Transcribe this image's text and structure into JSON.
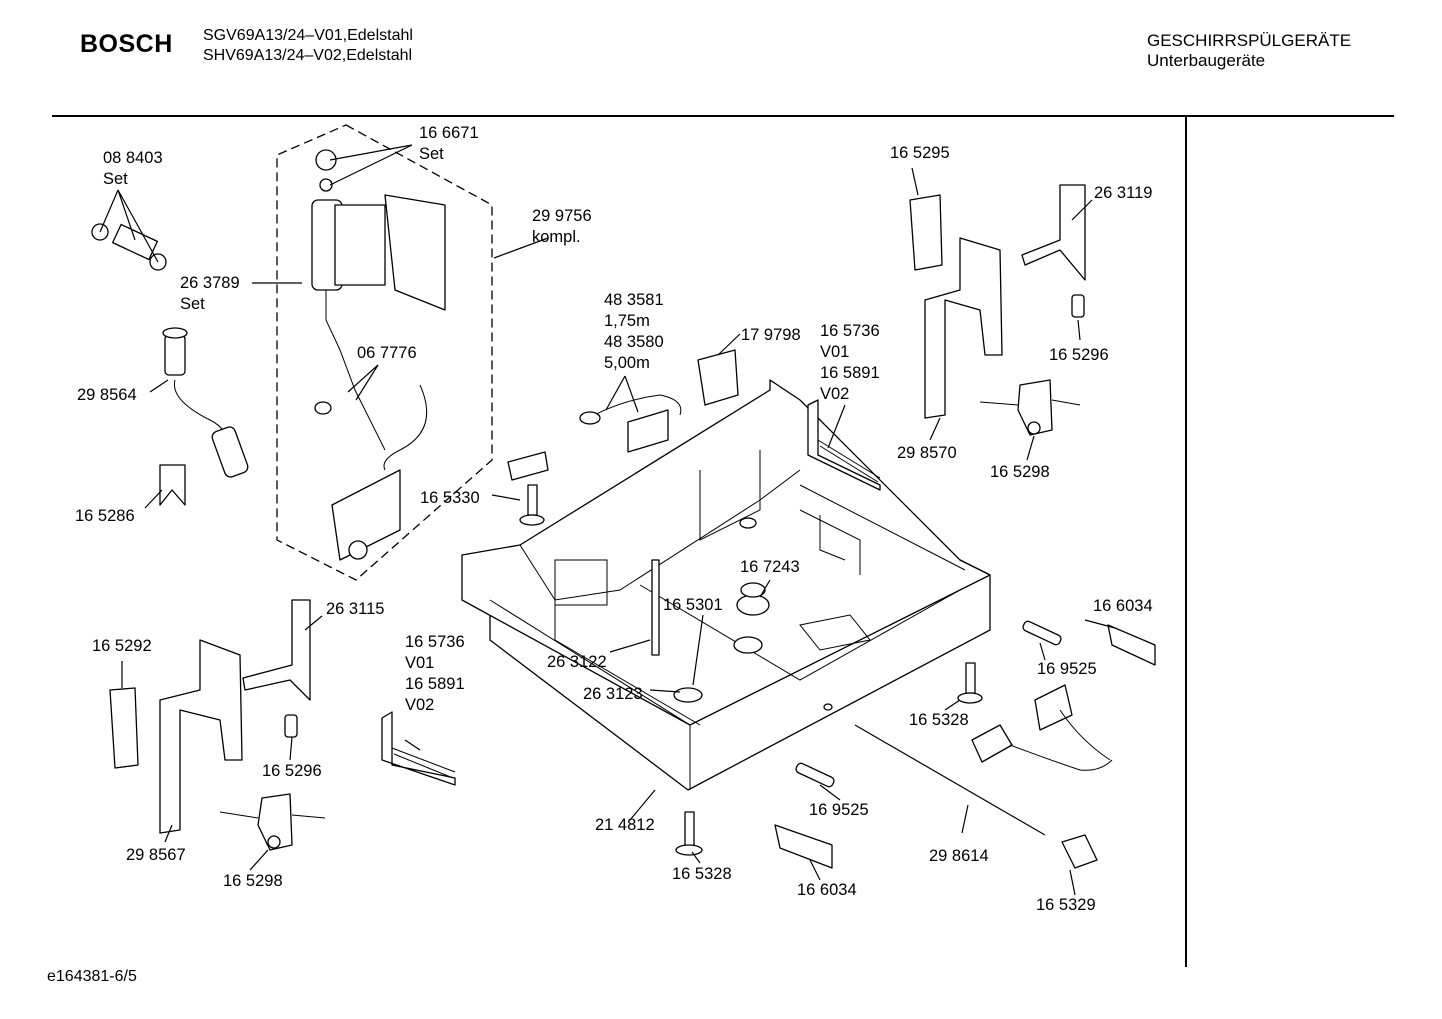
{
  "header": {
    "brand": "BOSCH",
    "model_line_1": "SGV69A13/24–V01,Edelstahl",
    "model_line_2": "SHV69A13/24–V02,Edelstahl",
    "category": "GESCHIRRSPÜLGERÄTE",
    "subcategory": "Unterbaugeräte"
  },
  "footer": {
    "drawing_id": "e164381-6/5"
  },
  "part_labels": [
    {
      "id": "lbl-088403",
      "lines": [
        "08 8403",
        "Set"
      ]
    },
    {
      "id": "lbl-166671",
      "lines": [
        "16 6671",
        "Set"
      ]
    },
    {
      "id": "lbl-299756",
      "lines": [
        "29 9756",
        "kompl."
      ]
    },
    {
      "id": "lbl-263789",
      "lines": [
        "26 3789",
        "Set"
      ]
    },
    {
      "id": "lbl-298564",
      "lines": [
        "29 8564"
      ]
    },
    {
      "id": "lbl-067776",
      "lines": [
        "06 7776"
      ]
    },
    {
      "id": "lbl-165286",
      "lines": [
        "16 5286"
      ]
    },
    {
      "id": "lbl-483581",
      "lines": [
        "48 3581",
        "1,75m",
        "48 3580",
        "5,00m"
      ]
    },
    {
      "id": "lbl-179798",
      "lines": [
        "17 9798"
      ]
    },
    {
      "id": "lbl-165736a",
      "lines": [
        "16 5736",
        "V01",
        "16 5891",
        "V02"
      ]
    },
    {
      "id": "lbl-165295",
      "lines": [
        "16 5295"
      ]
    },
    {
      "id": "lbl-263119",
      "lines": [
        "26 3119"
      ]
    },
    {
      "id": "lbl-165296a",
      "lines": [
        "16 5296"
      ]
    },
    {
      "id": "lbl-298570",
      "lines": [
        "29 8570"
      ]
    },
    {
      "id": "lbl-165298a",
      "lines": [
        "16 5298"
      ]
    },
    {
      "id": "lbl-165330",
      "lines": [
        "16 5330"
      ]
    },
    {
      "id": "lbl-167243",
      "lines": [
        "16 7243"
      ]
    },
    {
      "id": "lbl-165301",
      "lines": [
        "16 5301"
      ]
    },
    {
      "id": "lbl-263115",
      "lines": [
        "26 3115"
      ]
    },
    {
      "id": "lbl-165292",
      "lines": [
        "16 5292"
      ]
    },
    {
      "id": "lbl-165736b",
      "lines": [
        "16 5736",
        "V01",
        "16 5891",
        "V02"
      ]
    },
    {
      "id": "lbl-263122",
      "lines": [
        "26 3122"
      ]
    },
    {
      "id": "lbl-263123",
      "lines": [
        "26 3123"
      ]
    },
    {
      "id": "lbl-165296b",
      "lines": [
        "16 5296"
      ]
    },
    {
      "id": "lbl-298567",
      "lines": [
        "29 8567"
      ]
    },
    {
      "id": "lbl-165298b",
      "lines": [
        "16 5298"
      ]
    },
    {
      "id": "lbl-214812",
      "lines": [
        "21 4812"
      ]
    },
    {
      "id": "lbl-165328a",
      "lines": [
        "16 5328"
      ]
    },
    {
      "id": "lbl-169525a",
      "lines": [
        "16 9525"
      ]
    },
    {
      "id": "lbl-166034a",
      "lines": [
        "16 6034"
      ]
    },
    {
      "id": "lbl-166034b",
      "lines": [
        "16 6034"
      ]
    },
    {
      "id": "lbl-169525b",
      "lines": [
        "16 9525"
      ]
    },
    {
      "id": "lbl-165328b",
      "lines": [
        "16 5328"
      ]
    },
    {
      "id": "lbl-298614",
      "lines": [
        "29 8614"
      ]
    },
    {
      "id": "lbl-165329",
      "lines": [
        "16 5329"
      ]
    }
  ]
}
